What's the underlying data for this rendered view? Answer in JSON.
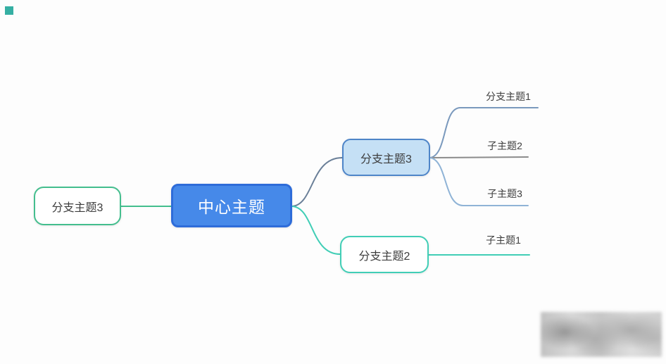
{
  "colors": {
    "canvas-bg": "#fdfdfd",
    "central-fill": "#4689e9",
    "central-border": "#2e6cd9",
    "central-text": "#ffffff",
    "green": "#44be8e",
    "teal": "#41ceb6",
    "light-blue-fill": "#c5e0f5",
    "light-blue-border": "#4e85c8",
    "slate-curve": "#6a7f98",
    "steel-line": "#7a99bd",
    "gray-line": "#8c8c8c",
    "light-steel-line": "#8fb3d6",
    "node-text": "#3c3c3c",
    "marker-teal": "#35afa3"
  },
  "mindmap": {
    "central_topic": {
      "label": "中心主题"
    },
    "left_branches": [
      {
        "label": "分支主题3"
      }
    ],
    "right_branches": [
      {
        "label": "分支主题3",
        "children": [
          {
            "label": "分支主题1"
          },
          {
            "label": "子主题2"
          },
          {
            "label": "子主题3"
          }
        ]
      },
      {
        "label": "分支主题2",
        "children": [
          {
            "label": "子主题1"
          }
        ]
      }
    ]
  }
}
